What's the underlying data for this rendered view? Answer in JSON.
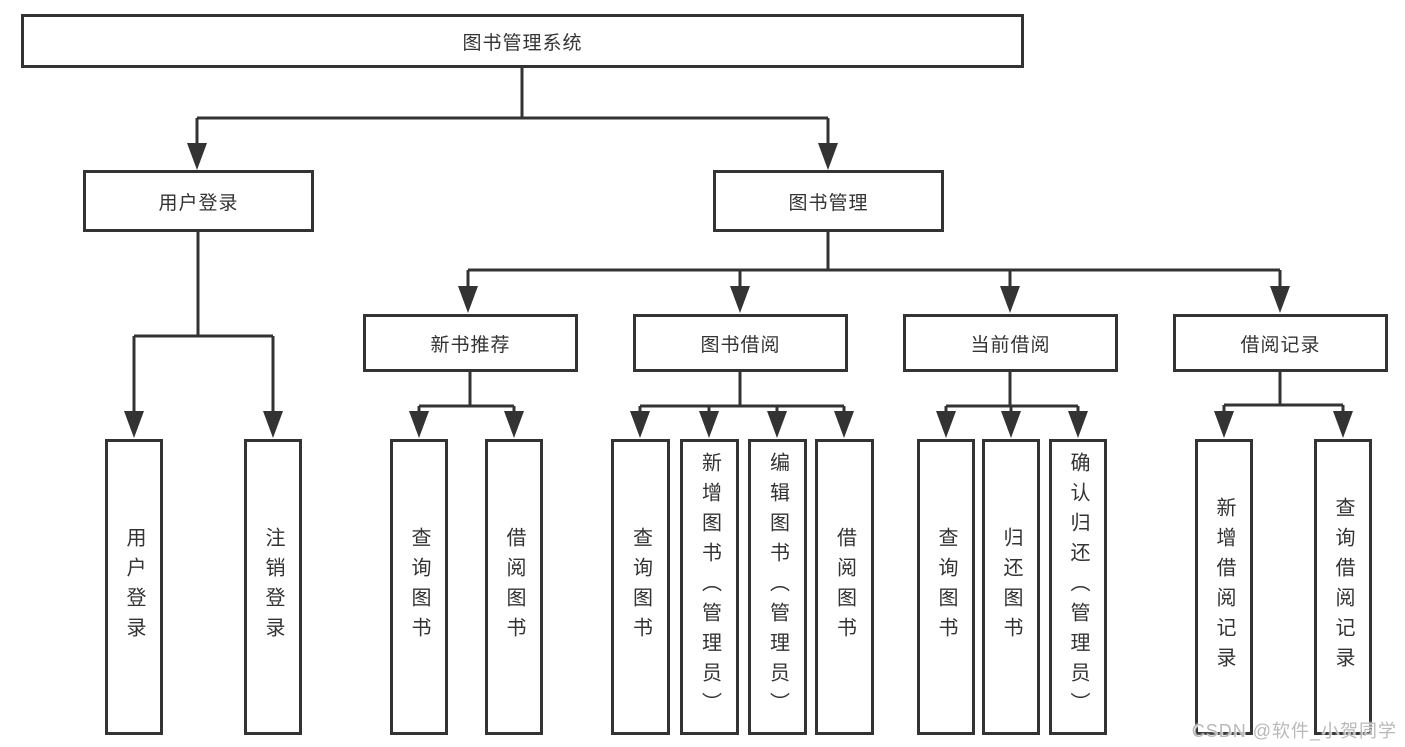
{
  "colors": {
    "line": "#333333",
    "text": "#333333",
    "box_fill": "#ffffff",
    "background": "#ffffff",
    "watermark": "#b9b9b9"
  },
  "watermark": {
    "text": "CSDN @软件_小贺同学"
  },
  "tree": {
    "root": "图书管理系统",
    "branches": [
      {
        "label": "用户登录",
        "children": [
          "用户登录",
          "注销登录"
        ]
      },
      {
        "label": "图书管理",
        "sections": [
          {
            "label": "新书推荐",
            "children": [
              "查询图书",
              "借阅图书"
            ]
          },
          {
            "label": "图书借阅",
            "children": [
              "查询图书",
              "新增图书（管理员）",
              "编辑图书（管理员）",
              "借阅图书"
            ]
          },
          {
            "label": "当前借阅",
            "children": [
              "查询图书",
              "归还图书",
              "确认归还（管理员）"
            ]
          },
          {
            "label": "借阅记录",
            "children": [
              "新增借阅记录",
              "查询借阅记录"
            ]
          }
        ]
      }
    ]
  }
}
